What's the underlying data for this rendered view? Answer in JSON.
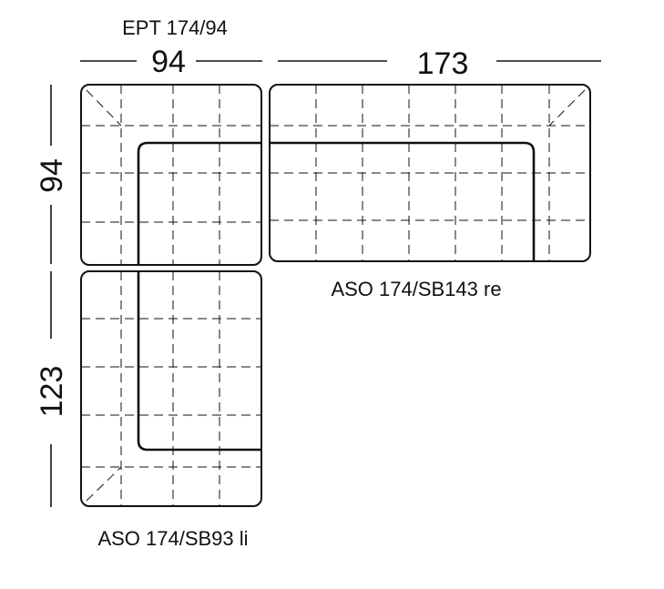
{
  "labels": {
    "corner_module": "EPT 174/94",
    "right_module": "ASO 174/SB143 re",
    "bottom_module": "ASO 174/SB93 li"
  },
  "dimensions": {
    "width_left": "94",
    "width_right": "173",
    "height_top": "94",
    "height_bottom": "123"
  },
  "colors": {
    "line": "#111111",
    "background": "#ffffff"
  }
}
